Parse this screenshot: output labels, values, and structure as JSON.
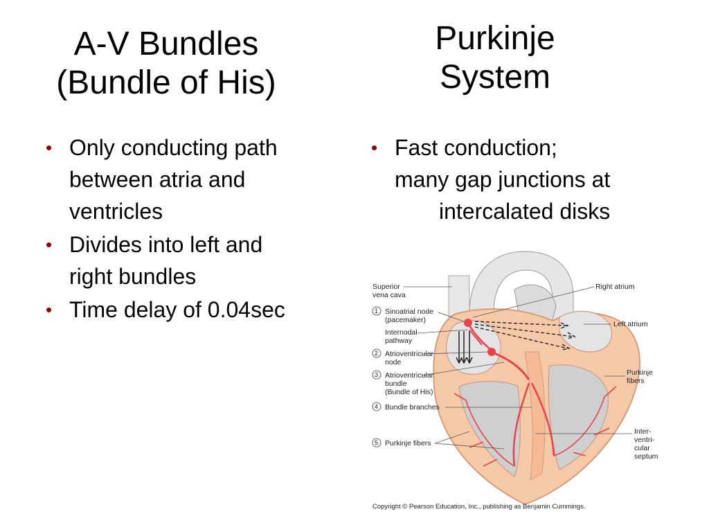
{
  "left_title": {
    "line1": "A-V Bundles",
    "line2": "(Bundle of His)"
  },
  "right_title": {
    "line1": "Purkinje",
    "line2": "System"
  },
  "left_bullets": [
    {
      "lines": [
        "Only conducting path",
        "between atria and",
        "ventricles"
      ]
    },
    {
      "lines": [
        "Divides into left and",
        "right bundles"
      ]
    },
    {
      "lines": [
        "Time delay of 0.04sec"
      ]
    }
  ],
  "right_bullets": [
    {
      "lines": [
        "Fast conduction;",
        "many gap junctions at",
        "intercalated disks"
      ]
    }
  ],
  "figure": {
    "labels_left": {
      "svc1": "Superior",
      "svc2": "vena cava",
      "n1": "1",
      "sa1": "Sinoatrial node",
      "sa2": "(pacemaker)",
      "ip1": "Internodal",
      "ip2": "pathway",
      "n2": "2",
      "av1": "Atrioventricular",
      "av2": "node",
      "n3": "3",
      "avb1": "Atrioventricular",
      "avb2": "bundle",
      "avb3": "(Bundle of His)",
      "n4": "4",
      "bb": "Bundle branches",
      "n5": "5",
      "pf": "Purkinje fibers"
    },
    "labels_right": {
      "ra": "Right atrium",
      "la": "Left atrium",
      "pf1": "Purkinje",
      "pf2": "fibers",
      "ivs1": "Inter-",
      "ivs2": "ventri-",
      "ivs3": "cular",
      "ivs4": "septum"
    },
    "copyright": "Copyright © Pearson Education, Inc., publishing as Benjamin Cummings.",
    "colors": {
      "muscle": "#f6c9a8",
      "conduction": "#e8434b",
      "vessel": "#d9d9d9",
      "leader": "#555555"
    }
  }
}
